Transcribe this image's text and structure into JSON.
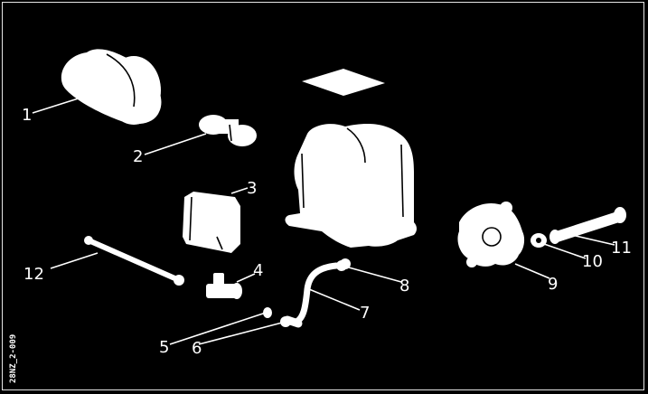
{
  "diagram": {
    "doc_code": "28NZ_2-009",
    "colors": {
      "background": "#000000",
      "foreground": "#ffffff"
    },
    "callouts": [
      {
        "id": "1",
        "label": "1"
      },
      {
        "id": "2",
        "label": "2"
      },
      {
        "id": "3",
        "label": "3"
      },
      {
        "id": "4",
        "label": "4"
      },
      {
        "id": "5",
        "label": "5"
      },
      {
        "id": "6",
        "label": "6"
      },
      {
        "id": "7",
        "label": "7"
      },
      {
        "id": "8",
        "label": "8"
      },
      {
        "id": "9",
        "label": "9"
      },
      {
        "id": "10",
        "label": "10"
      },
      {
        "id": "11",
        "label": "11"
      },
      {
        "id": "12",
        "label": "12"
      }
    ]
  }
}
